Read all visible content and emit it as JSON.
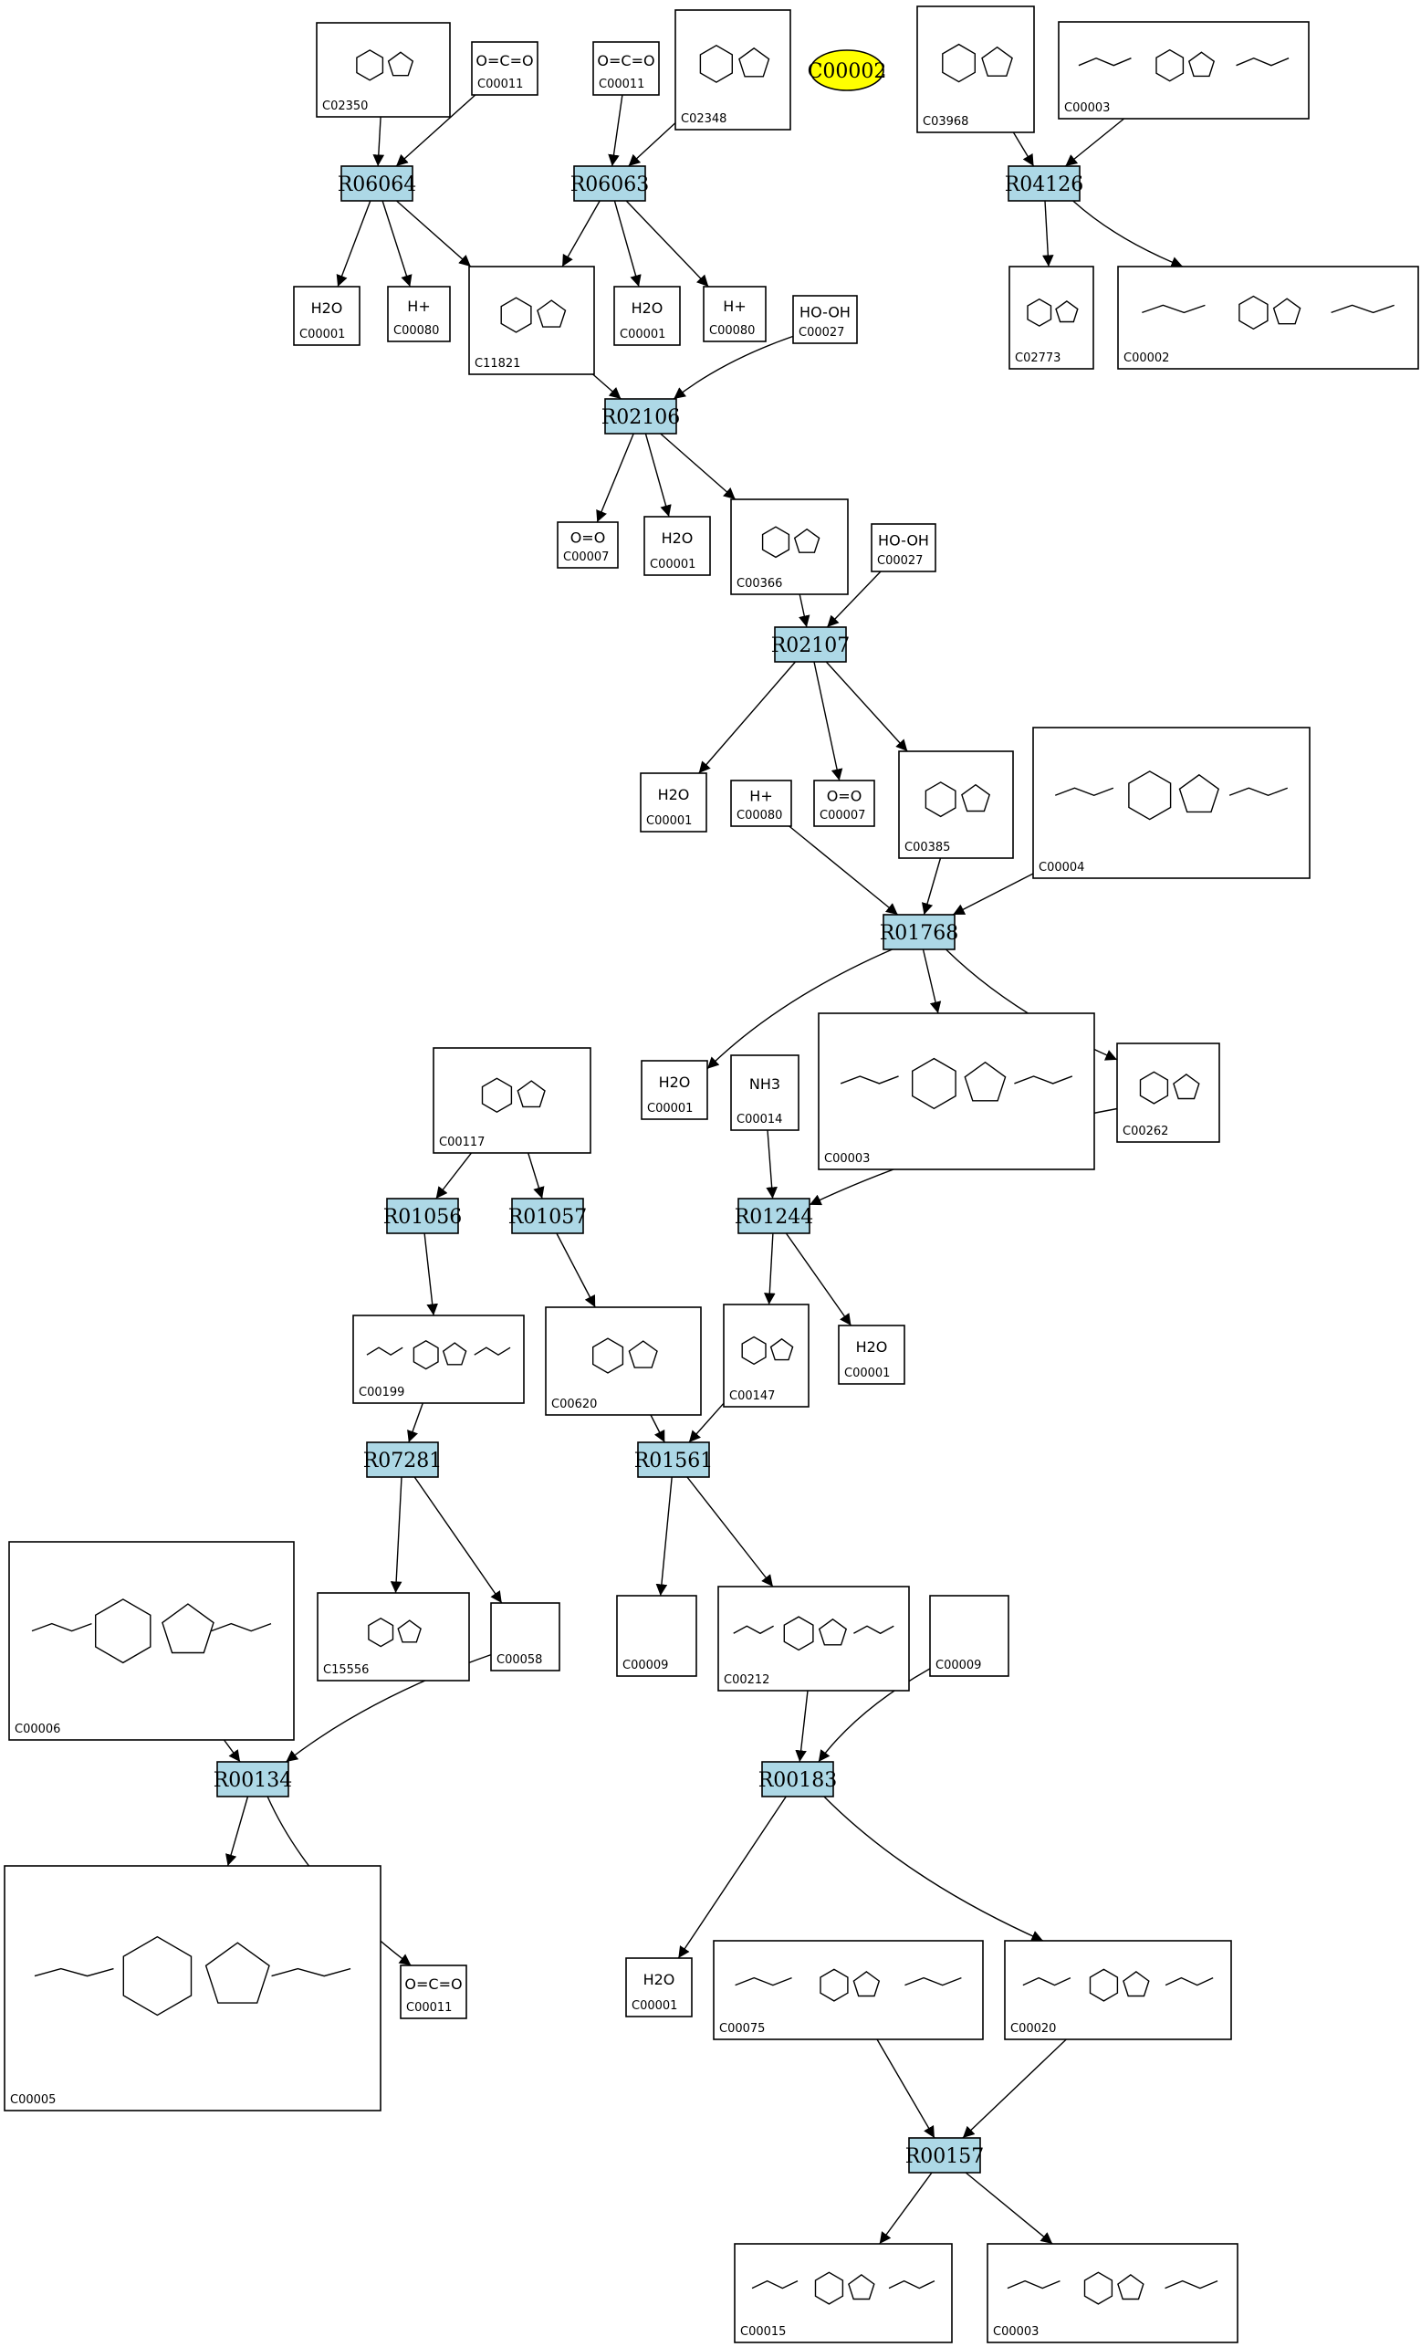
{
  "target": {
    "label": "C00002"
  },
  "reactions": [
    {
      "id": "R06064"
    },
    {
      "id": "R06063"
    },
    {
      "id": "R04126"
    },
    {
      "id": "R02106"
    },
    {
      "id": "R02107"
    },
    {
      "id": "R01768"
    },
    {
      "id": "R01056"
    },
    {
      "id": "R01057"
    },
    {
      "id": "R01244"
    },
    {
      "id": "R07281"
    },
    {
      "id": "R01561"
    },
    {
      "id": "R00134"
    },
    {
      "id": "R00183"
    },
    {
      "id": "R00157"
    }
  ],
  "compounds": [
    {
      "id": "C02350",
      "formula": ""
    },
    {
      "id": "C00011",
      "formula": "O=C=O"
    },
    {
      "id": "C00011",
      "formula": "O=C=O"
    },
    {
      "id": "C02348",
      "formula": ""
    },
    {
      "id": "C03968",
      "formula": ""
    },
    {
      "id": "C00003",
      "formula": ""
    },
    {
      "id": "C00001",
      "formula": "H2O"
    },
    {
      "id": "C00080",
      "formula": "H+"
    },
    {
      "id": "C11821",
      "formula": ""
    },
    {
      "id": "C00001",
      "formula": "H2O"
    },
    {
      "id": "C00080",
      "formula": "H+"
    },
    {
      "id": "C00027",
      "formula": "HO-OH"
    },
    {
      "id": "C02773",
      "formula": ""
    },
    {
      "id": "C00002",
      "formula": ""
    },
    {
      "id": "C00007",
      "formula": "O=O"
    },
    {
      "id": "C00001",
      "formula": "H2O"
    },
    {
      "id": "C00366",
      "formula": ""
    },
    {
      "id": "C00027",
      "formula": "HO-OH"
    },
    {
      "id": "C00001",
      "formula": "H2O"
    },
    {
      "id": "C00080",
      "formula": "H+"
    },
    {
      "id": "C00007",
      "formula": "O=O"
    },
    {
      "id": "C00385",
      "formula": ""
    },
    {
      "id": "C00004",
      "formula": ""
    },
    {
      "id": "C00117",
      "formula": ""
    },
    {
      "id": "C00001",
      "formula": "H2O"
    },
    {
      "id": "C00014",
      "formula": "NH3"
    },
    {
      "id": "C00003",
      "formula": ""
    },
    {
      "id": "C00262",
      "formula": ""
    },
    {
      "id": "C00199",
      "formula": ""
    },
    {
      "id": "C00620",
      "formula": ""
    },
    {
      "id": "C00147",
      "formula": ""
    },
    {
      "id": "C00001",
      "formula": "H2O"
    },
    {
      "id": "C00006",
      "formula": ""
    },
    {
      "id": "C15556",
      "formula": ""
    },
    {
      "id": "C00058",
      "formula": ""
    },
    {
      "id": "C00009",
      "formula": ""
    },
    {
      "id": "C00212",
      "formula": ""
    },
    {
      "id": "C00009",
      "formula": ""
    },
    {
      "id": "C00005",
      "formula": ""
    },
    {
      "id": "C00011",
      "formula": "O=C=O"
    },
    {
      "id": "C00001",
      "formula": "H2O"
    },
    {
      "id": "C00075",
      "formula": ""
    },
    {
      "id": "C00020",
      "formula": ""
    },
    {
      "id": "C00015",
      "formula": ""
    },
    {
      "id": "C00003",
      "formula": ""
    }
  ],
  "edges": [
    [
      "C02350",
      "R06064"
    ],
    [
      "C00011a",
      "R06064"
    ],
    [
      "R06064",
      "C00001a"
    ],
    [
      "R06064",
      "C00080a"
    ],
    [
      "R06064",
      "C11821"
    ],
    [
      "C00011b",
      "R06063"
    ],
    [
      "C02348",
      "R06063"
    ],
    [
      "R06063",
      "C11821"
    ],
    [
      "R06063",
      "C00001b"
    ],
    [
      "R06063",
      "C00080b"
    ],
    [
      "C03968",
      "R04126"
    ],
    [
      "C00003a",
      "R04126"
    ],
    [
      "R04126",
      "C02773"
    ],
    [
      "R04126",
      "C00002"
    ],
    [
      "C11821",
      "R02106"
    ],
    [
      "C00027a",
      "R02106"
    ],
    [
      "R02106",
      "C00007a"
    ],
    [
      "R02106",
      "C00001c"
    ],
    [
      "R02106",
      "C00366"
    ],
    [
      "C00366",
      "R02107"
    ],
    [
      "C00027b",
      "R02107"
    ],
    [
      "R02107",
      "C00001d"
    ],
    [
      "R02107",
      "C00007b"
    ],
    [
      "R02107",
      "C00385"
    ],
    [
      "C00080c",
      "R01768"
    ],
    [
      "C00385",
      "R01768"
    ],
    [
      "C00004",
      "R01768"
    ],
    [
      "R01768",
      "C00001e"
    ],
    [
      "R01768",
      "C00003b"
    ],
    [
      "R01768",
      "C00262"
    ],
    [
      "C00117",
      "R01056"
    ],
    [
      "C00117",
      "R01057"
    ],
    [
      "C00014",
      "R01244"
    ],
    [
      "C00262",
      "R01244"
    ],
    [
      "R01056",
      "C00199"
    ],
    [
      "R01057",
      "C00620"
    ],
    [
      "R01244",
      "C00147"
    ],
    [
      "R01244",
      "C00001f"
    ],
    [
      "C00199",
      "R07281"
    ],
    [
      "C00620",
      "R01561"
    ],
    [
      "C00147",
      "R01561"
    ],
    [
      "R07281",
      "C15556"
    ],
    [
      "R07281",
      "C00058"
    ],
    [
      "R01561",
      "C00009a"
    ],
    [
      "R01561",
      "C00212"
    ],
    [
      "C00006",
      "R00134"
    ],
    [
      "C00058",
      "R00134"
    ],
    [
      "R00134",
      "C00005"
    ],
    [
      "R00134",
      "C00011c"
    ],
    [
      "C00212",
      "R00183"
    ],
    [
      "C00009b",
      "R00183"
    ],
    [
      "R00183",
      "C00001g"
    ],
    [
      "R00183",
      "C00020"
    ],
    [
      "C00075",
      "R00157"
    ],
    [
      "C00020",
      "R00157"
    ],
    [
      "R00157",
      "C00015"
    ],
    [
      "R00157",
      "C00003c"
    ]
  ]
}
